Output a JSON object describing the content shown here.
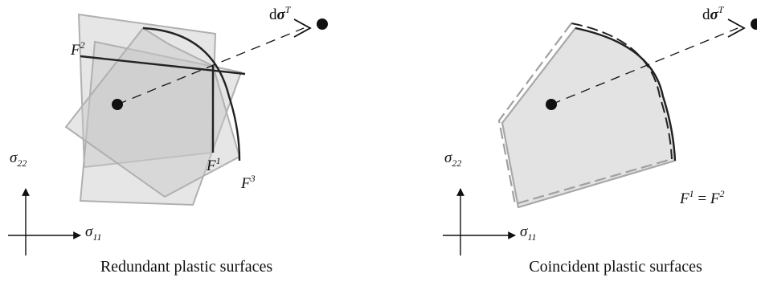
{
  "left_panel": {
    "caption": "Redundant plastic surfaces",
    "surface_labels": {
      "f1": {
        "base": "F",
        "sup": "1"
      },
      "f2": {
        "base": "F",
        "sup": "2"
      },
      "f3": {
        "base": "F",
        "sup": "3"
      }
    },
    "increment_label": {
      "d": "d",
      "sigma": "σ",
      "sup": "T"
    },
    "axis_x": {
      "symbol": "σ",
      "sub": "11"
    },
    "axis_y": {
      "symbol": "σ",
      "sub": "22"
    }
  },
  "right_panel": {
    "caption": "Coincident plastic surfaces",
    "surface_label": {
      "base1": "F",
      "sup1": "1",
      "eq": " = ",
      "base2": "F",
      "sup2": "2"
    },
    "increment_label": {
      "d": "d",
      "sigma": "σ",
      "sup": "T"
    },
    "axis_x": {
      "symbol": "σ",
      "sub": "11"
    },
    "axis_y": {
      "symbol": "σ",
      "sub": "22"
    }
  },
  "colors": {
    "surface_fill": "#c8c8c8",
    "surface_stroke": "#b4b4b4",
    "region_fill": "#e3e3e3",
    "line": "#222222",
    "dashed_gray": "#a0a0a0"
  }
}
